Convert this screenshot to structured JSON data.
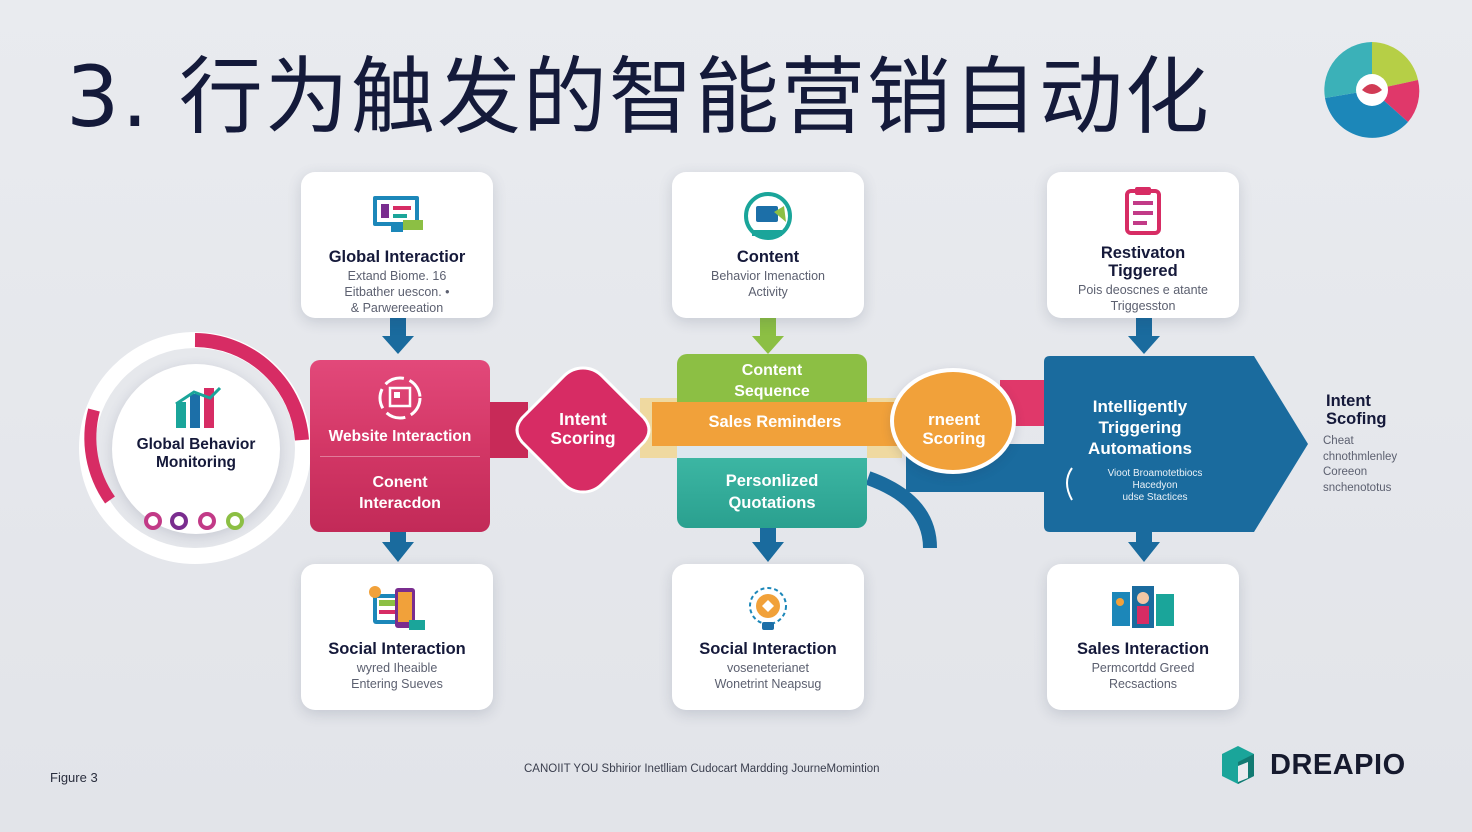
{
  "title": "3. 行为触发的智能营销自动化",
  "cards": {
    "top_left": {
      "title": "Global Interactior",
      "sub": "Extand Biome. 16\nEitbather uescon. •\n& Parwereeation"
    },
    "top_mid": {
      "title": "Content",
      "sub": "Behavior Imenaction\nActivity"
    },
    "top_right": {
      "title": "Restivaton\nTiggered",
      "sub": "Pois deoscnes e atante\nTriggesston"
    },
    "bot_left": {
      "title": "Social Interaction",
      "sub": "wyred Iheaible\nEntering Sueves"
    },
    "bot_mid": {
      "title": "Social Interaction",
      "sub": "voseneterianet\nWonetrint Neapsug"
    },
    "bot_right": {
      "title": "Sales Interaction",
      "sub": "Permcortdd Greed\nRecsactions"
    }
  },
  "left_circle": {
    "title": "Global Behavior\nMonitoring"
  },
  "pink_block": {
    "top": "Website Interaction",
    "bottom": "Conent\nInteracdon"
  },
  "diamond1": {
    "label": "Intent\nScoring"
  },
  "middle_stack": {
    "green": "Content\nSequence",
    "orange": "Sales Reminders",
    "teal": "Personlized\nQuotations"
  },
  "orange_circle": {
    "label": "rneent\nScoring"
  },
  "blue_block": {
    "title": "Intelligently\nTriggering\nAutomations",
    "sub": "Vioot Broamotetbiocs\nHacedyon\nudse Stactices"
  },
  "right_side": {
    "title": "Intent\nScofing",
    "sub": "Cheat\nchnothmlenley\nCoreeon\nsnchenototus"
  },
  "footer": {
    "figure": "Figure 3",
    "caption": "CANOIIT YOU Sbhirior Inetlliam Cudocart Mardding JourneMomintion",
    "brand": "DREAPIO"
  },
  "colors": {
    "pink": "#d72c64",
    "magenta": "#cf2f66",
    "blue": "#1a6b9e",
    "navy": "#0e5a8c",
    "green": "#8cbf44",
    "orange": "#f1a13a",
    "teal": "#3bb19f",
    "title": "#141a3a"
  }
}
